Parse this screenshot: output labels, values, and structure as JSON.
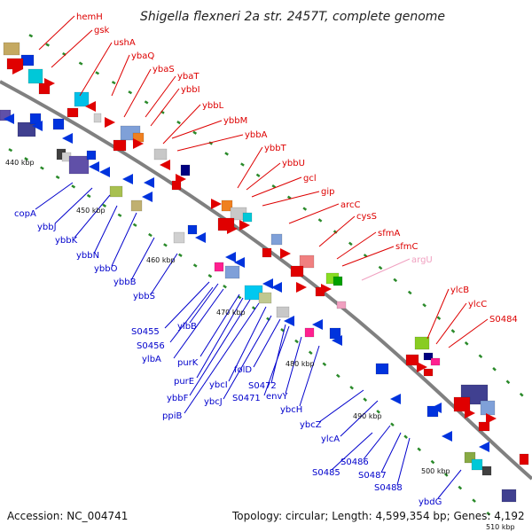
{
  "title": "Shigella flexneri 2a str. 2457T, complete genome",
  "footer": {
    "accession": "Accession: NC_004741",
    "summary": "Topology: circular; Length: 4,599,354 bp; Genes: 4,192"
  },
  "colors": {
    "plus_strand_label": "#dd0000",
    "minus_strand_label": "#0000cc",
    "pseudo_label": "#f0a0c0",
    "backbone": "#808080",
    "tick_mark": "#2a8a2a"
  },
  "ticks": [
    {
      "kbp": 440,
      "label": "440 kbp"
    },
    {
      "kbp": 450,
      "label": "450 kbp"
    },
    {
      "kbp": 460,
      "label": "460 kbp"
    },
    {
      "kbp": 470,
      "label": "470 kbp"
    },
    {
      "kbp": 480,
      "label": "480 kbp"
    },
    {
      "kbp": 490,
      "label": "490 kbp"
    },
    {
      "kbp": 500,
      "label": "500 kbp"
    },
    {
      "kbp": 510,
      "label": "510 kbp"
    }
  ],
  "genes_plus": [
    "hemH",
    "gsk",
    "ushA",
    "ybaQ",
    "ybaS",
    "ybaT",
    "ybbI",
    "ybbL",
    "ybbM",
    "ybbA",
    "ybbT",
    "ybbU",
    "gcl",
    "gip",
    "arcC",
    "cysS",
    "sfmA",
    "sfmC",
    "argU",
    "ylcB",
    "ylcC",
    "S0484"
  ],
  "genes_minus": [
    "copA",
    "ybbJ",
    "ybbK",
    "ybbN",
    "ybbO",
    "ybbB",
    "ybbS",
    "S0455",
    "ylbB",
    "S0456",
    "ylbA",
    "purK",
    "purE",
    "ybbF",
    "ppiB",
    "ybcI",
    "ybcJ",
    "folD",
    "S0472",
    "S0471",
    "envY",
    "ybcH",
    "ybcZ",
    "ylcA",
    "S0486",
    "S0485",
    "S0487",
    "S0488",
    "ybdG"
  ]
}
